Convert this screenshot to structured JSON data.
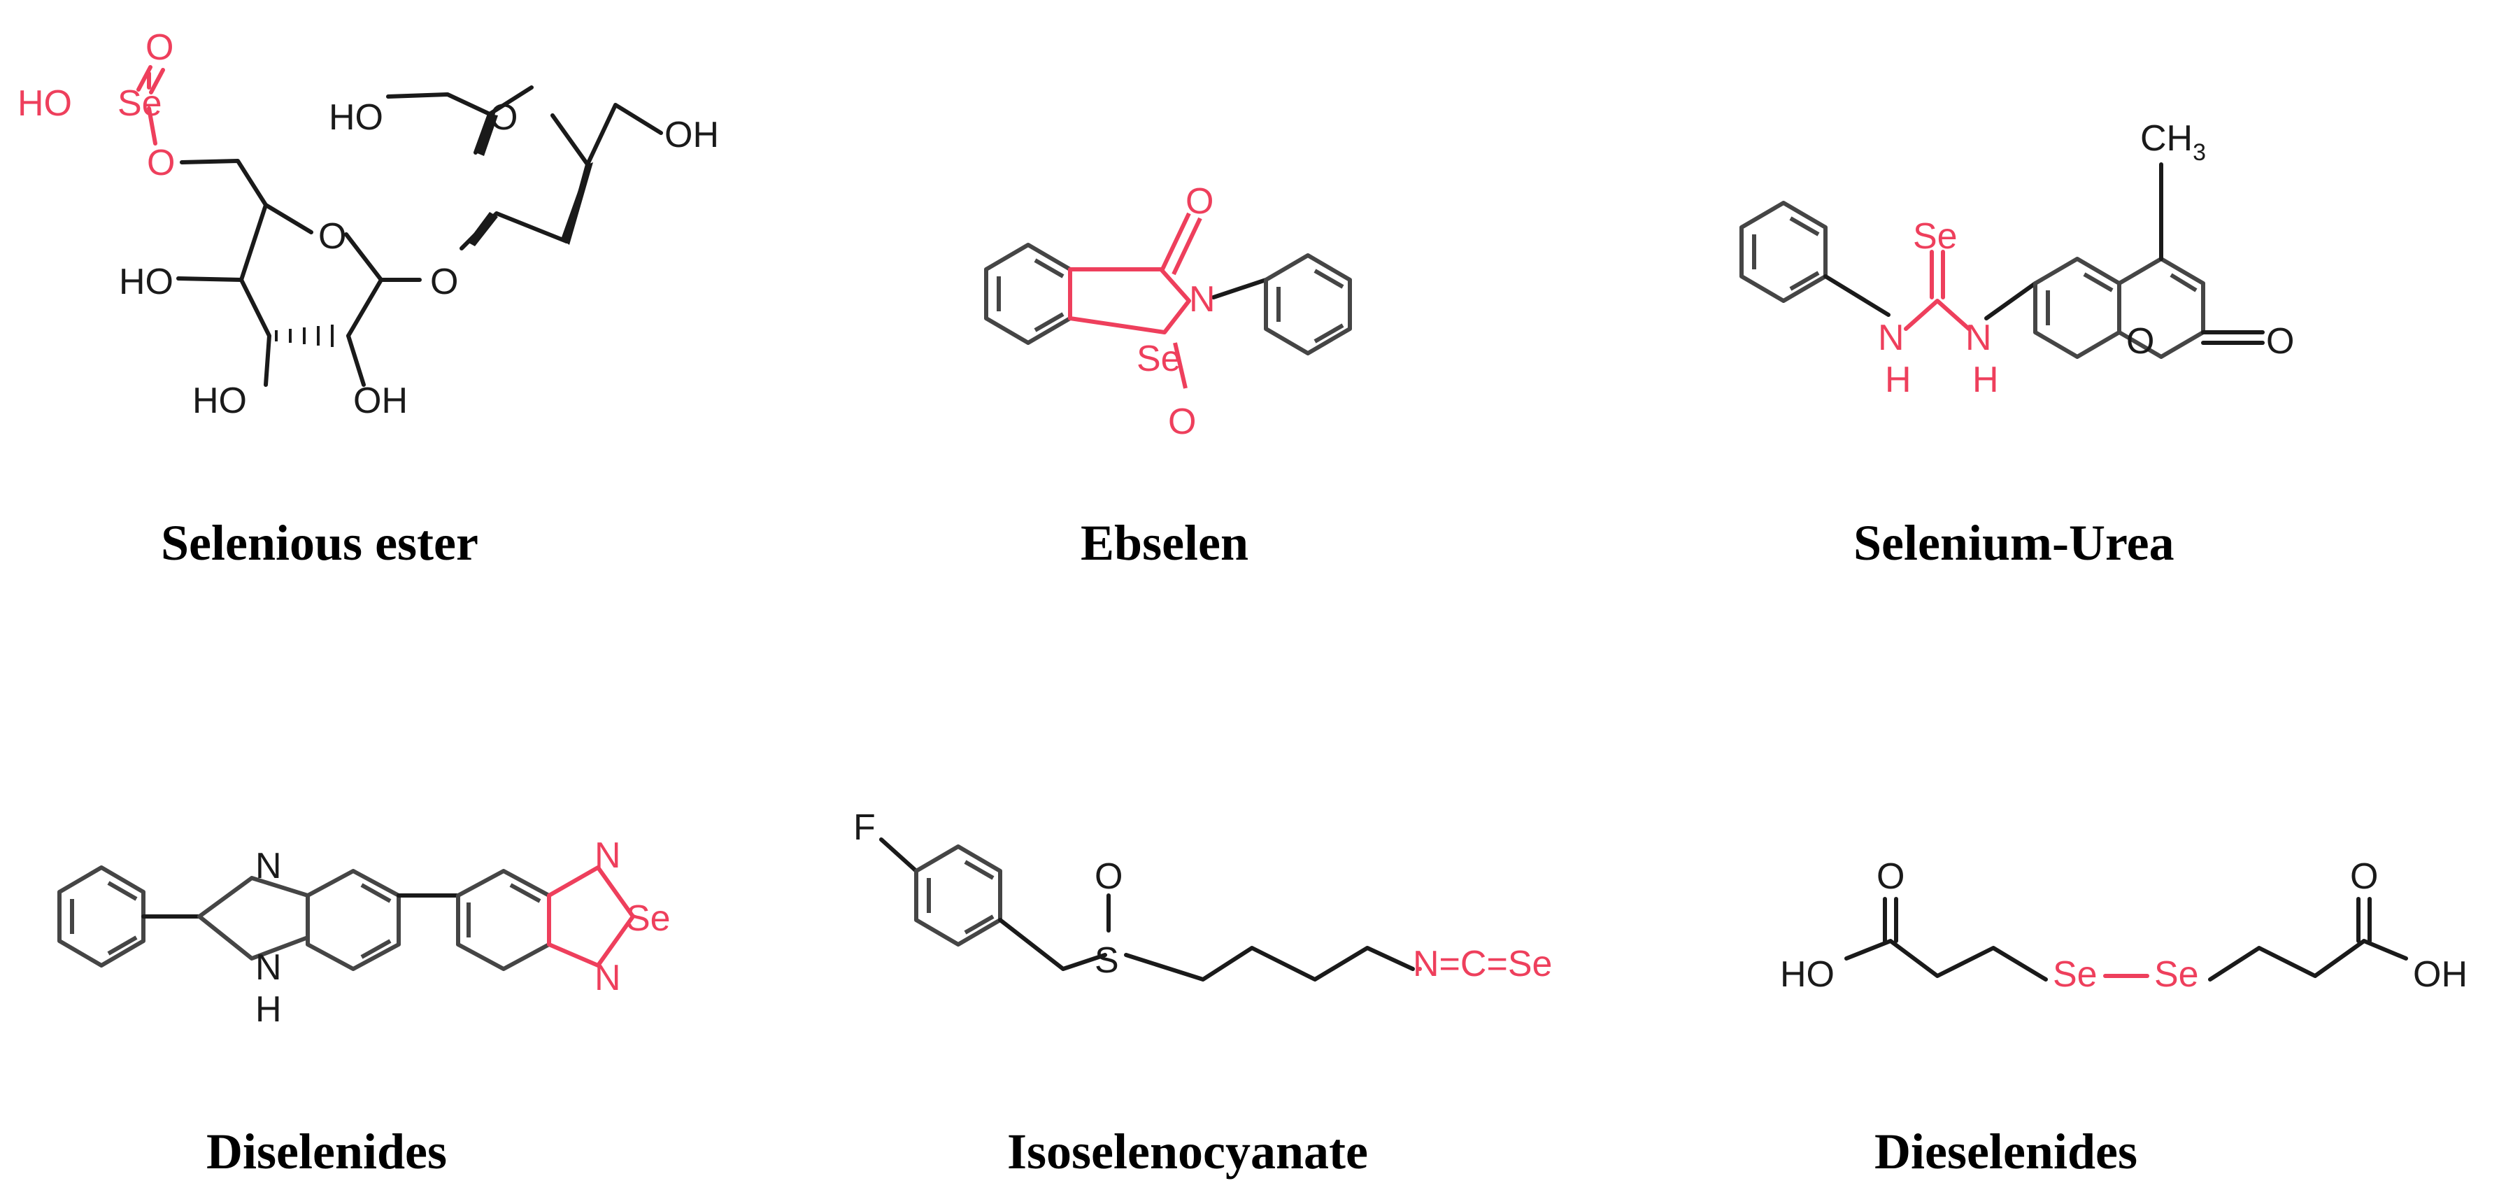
{
  "compounds": [
    {
      "name": "Selenious ester",
      "atom_labels": [
        "O",
        "HO",
        "Se",
        "O",
        "HO",
        "O",
        "OH",
        "O",
        "HO",
        "O",
        "HO",
        "OH"
      ]
    },
    {
      "name": "Ebselen",
      "atom_labels": [
        "O",
        "N",
        "Se",
        "O"
      ]
    },
    {
      "name": "Selenium-Urea",
      "atom_labels": [
        "Se",
        "N",
        "H",
        "N",
        "H",
        "CH",
        "3",
        "O",
        "O"
      ]
    },
    {
      "name": "Diselenides",
      "atom_labels": [
        "N",
        "N",
        "H",
        "N",
        "Se",
        "N"
      ]
    },
    {
      "name": "Isoselenocyanate",
      "atom_labels": [
        "F",
        "O",
        "S",
        "N=C=Se"
      ]
    },
    {
      "name": "Dieselenides",
      "atom_labels": [
        "O",
        "HO",
        "Se",
        "Se",
        "O",
        "OH"
      ]
    }
  ],
  "colors": {
    "highlight": "#ee3f5c",
    "bond": "#1a1a1a",
    "ring": "#454545"
  }
}
